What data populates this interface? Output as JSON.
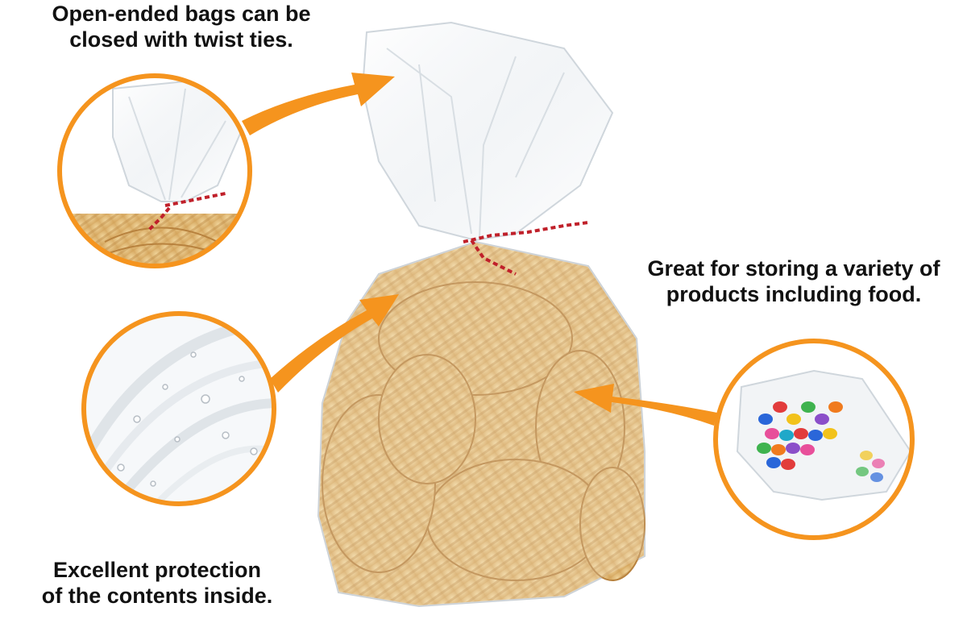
{
  "captions": {
    "twist_ties": [
      "Open-ended bags can be",
      "closed with twist ties."
    ],
    "variety": [
      "Great for storing a variety of",
      "products including food."
    ],
    "protection": [
      "Excellent protection",
      "of the contents inside."
    ]
  },
  "colors": {
    "accent": "#F5941E",
    "tie_red": "#C0202A",
    "chip": "#E2BE7C",
    "chip_shadow": "#C8984E"
  },
  "icons": {
    "arrow": "right-arrow-icon"
  }
}
